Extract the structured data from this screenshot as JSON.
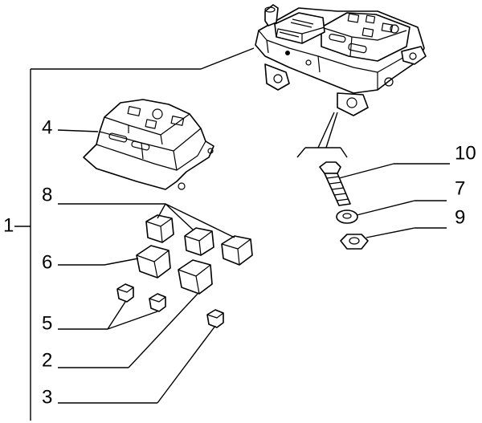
{
  "diagram": {
    "type": "exploded-parts-diagram",
    "callouts": {
      "c1": "1",
      "c2": "2",
      "c3": "3",
      "c4": "4",
      "c5": "5",
      "c6": "6",
      "c7": "7",
      "c8": "8",
      "c9": "9",
      "c10": "10"
    },
    "parts": [
      {
        "id": "c1",
        "component": "control-unit-assembly"
      },
      {
        "id": "c2",
        "component": "relay"
      },
      {
        "id": "c3",
        "component": "blade-fuse"
      },
      {
        "id": "c4",
        "component": "fuse-relay-box-cover"
      },
      {
        "id": "c5",
        "component": "blade-fuses"
      },
      {
        "id": "c6",
        "component": "relay"
      },
      {
        "id": "c7",
        "component": "washer"
      },
      {
        "id": "c8",
        "component": "relays"
      },
      {
        "id": "c9",
        "component": "nut"
      },
      {
        "id": "c10",
        "component": "bolt"
      }
    ]
  }
}
